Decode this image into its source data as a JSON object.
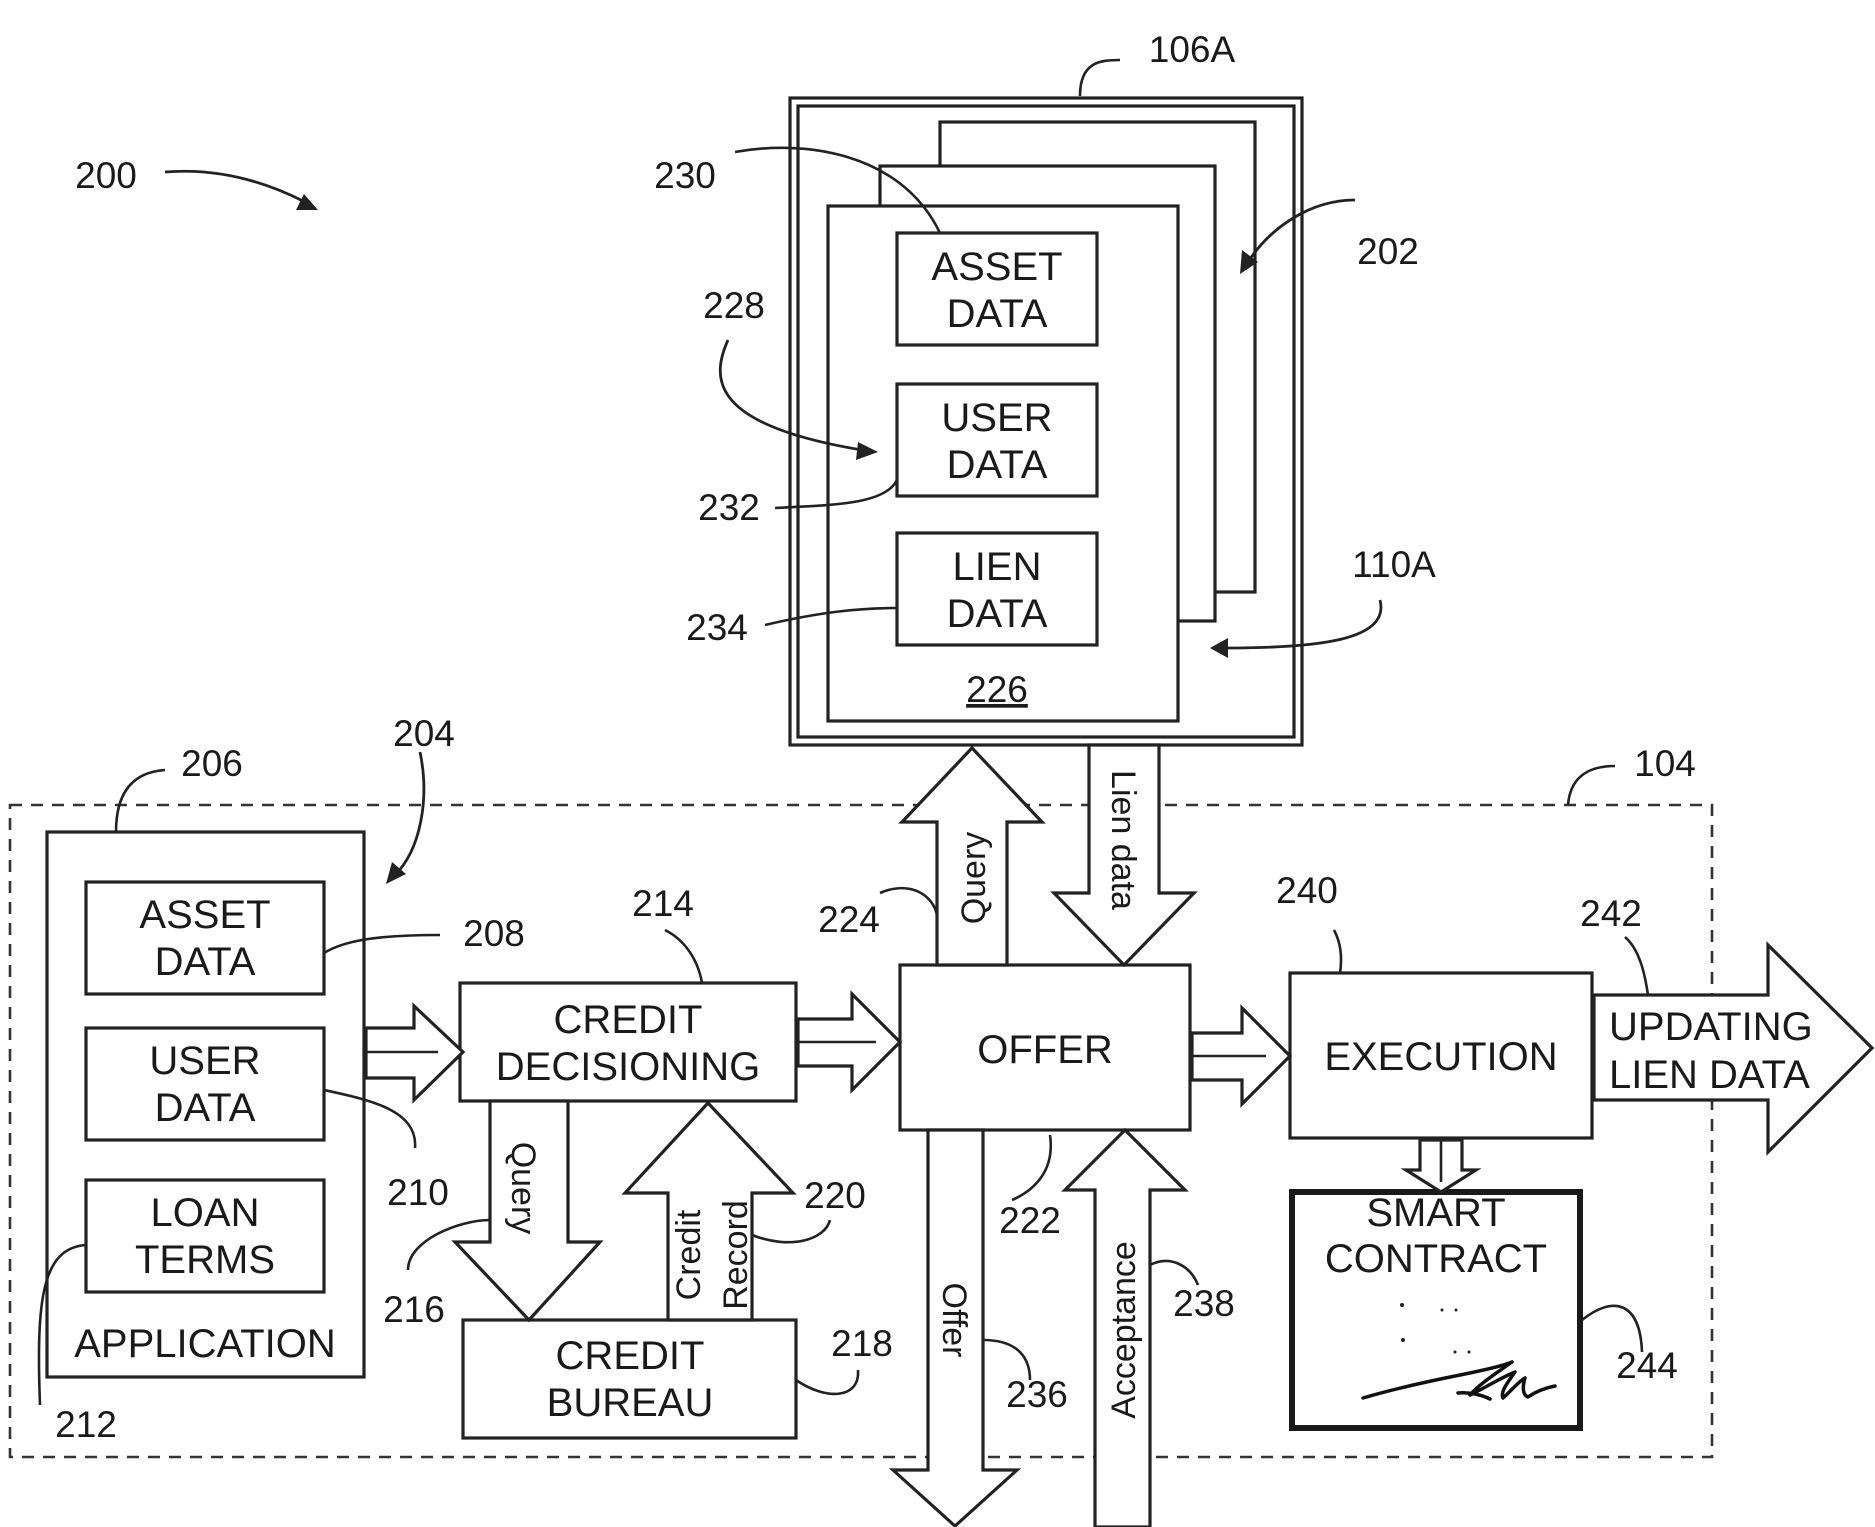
{
  "figure": {
    "refs": {
      "r200": "200",
      "r106A": "106A",
      "r202": "202",
      "r230": "230",
      "r228": "228",
      "r232": "232",
      "r234": "234",
      "r110A": "110A",
      "r226": "226",
      "r204": "204",
      "r206": "206",
      "r104": "104",
      "r208": "208",
      "r210": "210",
      "r212": "212",
      "r214": "214",
      "r216": "216",
      "r218": "218",
      "r220": "220",
      "r222": "222",
      "r224": "224",
      "r236": "236",
      "r238": "238",
      "r240": "240",
      "r242": "242",
      "r244": "244"
    },
    "ledger": {
      "asset": [
        "ASSET",
        "DATA"
      ],
      "user": [
        "USER",
        "DATA"
      ],
      "lien": [
        "LIEN",
        "DATA"
      ]
    },
    "application": {
      "asset": [
        "ASSET",
        "DATA"
      ],
      "user": [
        "USER",
        "DATA"
      ],
      "loan": [
        "LOAN",
        "TERMS"
      ],
      "caption": "APPLICATION"
    },
    "credit_decisioning": [
      "CREDIT",
      "DECISIONING"
    ],
    "credit_bureau": [
      "CREDIT",
      "BUREAU"
    ],
    "offer": "OFFER",
    "execution": "EXECUTION",
    "smart_contract": [
      "SMART",
      "CONTRACT"
    ],
    "flows": {
      "query_up": "Query",
      "lien_data_down": "Lien data",
      "query_down": "Query",
      "credit_record": [
        "Credit",
        "Record"
      ],
      "offer_out": "Offer",
      "acceptance_in": "Acceptance",
      "updating_lien": [
        "UPDATING",
        "LIEN DATA"
      ]
    }
  }
}
